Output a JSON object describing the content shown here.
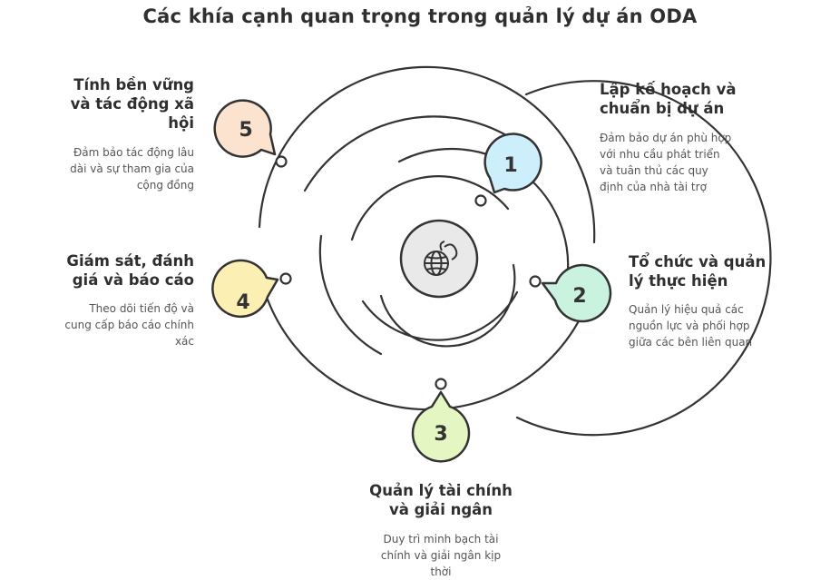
{
  "title": "Các khía cạnh quan trọng trong quản lý dự án ODA",
  "colors": {
    "stroke": "#333333",
    "node1": "#cdeefb",
    "node2": "#c9f3df",
    "node3": "#e4f7c2",
    "node4": "#fbefb3",
    "node5": "#fbe3cf",
    "center": "#e9e9e9"
  },
  "center_icon": "globe-icon",
  "nodes": [
    {
      "number": "1",
      "title": "Lập kế hoạch và chuẩn bị dự án",
      "title_lines": [
        "Lập kế hoạch và",
        "chuẩn bị dự án"
      ],
      "desc_lines": [
        "Đảm bảo dự án phù hợp",
        "với nhu cầu phát triển",
        "và tuân thủ các quy",
        "định của nhà tài trợ"
      ]
    },
    {
      "number": "2",
      "title_lines": [
        "Tổ chức và quản",
        "lý thực hiện"
      ],
      "desc_lines": [
        "Quản lý hiệu quả các",
        "nguồn lực và phối hợp",
        "giữa các bên liên quan"
      ]
    },
    {
      "number": "3",
      "title_lines": [
        "Quản lý tài chính",
        "và giải ngân"
      ],
      "desc_lines": [
        "Duy trì minh bạch tài",
        "chính và giải ngân kịp",
        "thời"
      ]
    },
    {
      "number": "4",
      "title_lines": [
        "Giám sát, đánh",
        "giá và báo cáo"
      ],
      "desc_lines": [
        "Theo dõi tiến độ và",
        "cung cấp báo cáo chính",
        "xác"
      ]
    },
    {
      "number": "5",
      "title_lines": [
        "Tính bền vững",
        "và tác động xã",
        "hội"
      ],
      "desc_lines": [
        "Đảm bảo tác động lâu",
        "dài và sự tham gia của",
        "cộng đồng"
      ]
    }
  ]
}
